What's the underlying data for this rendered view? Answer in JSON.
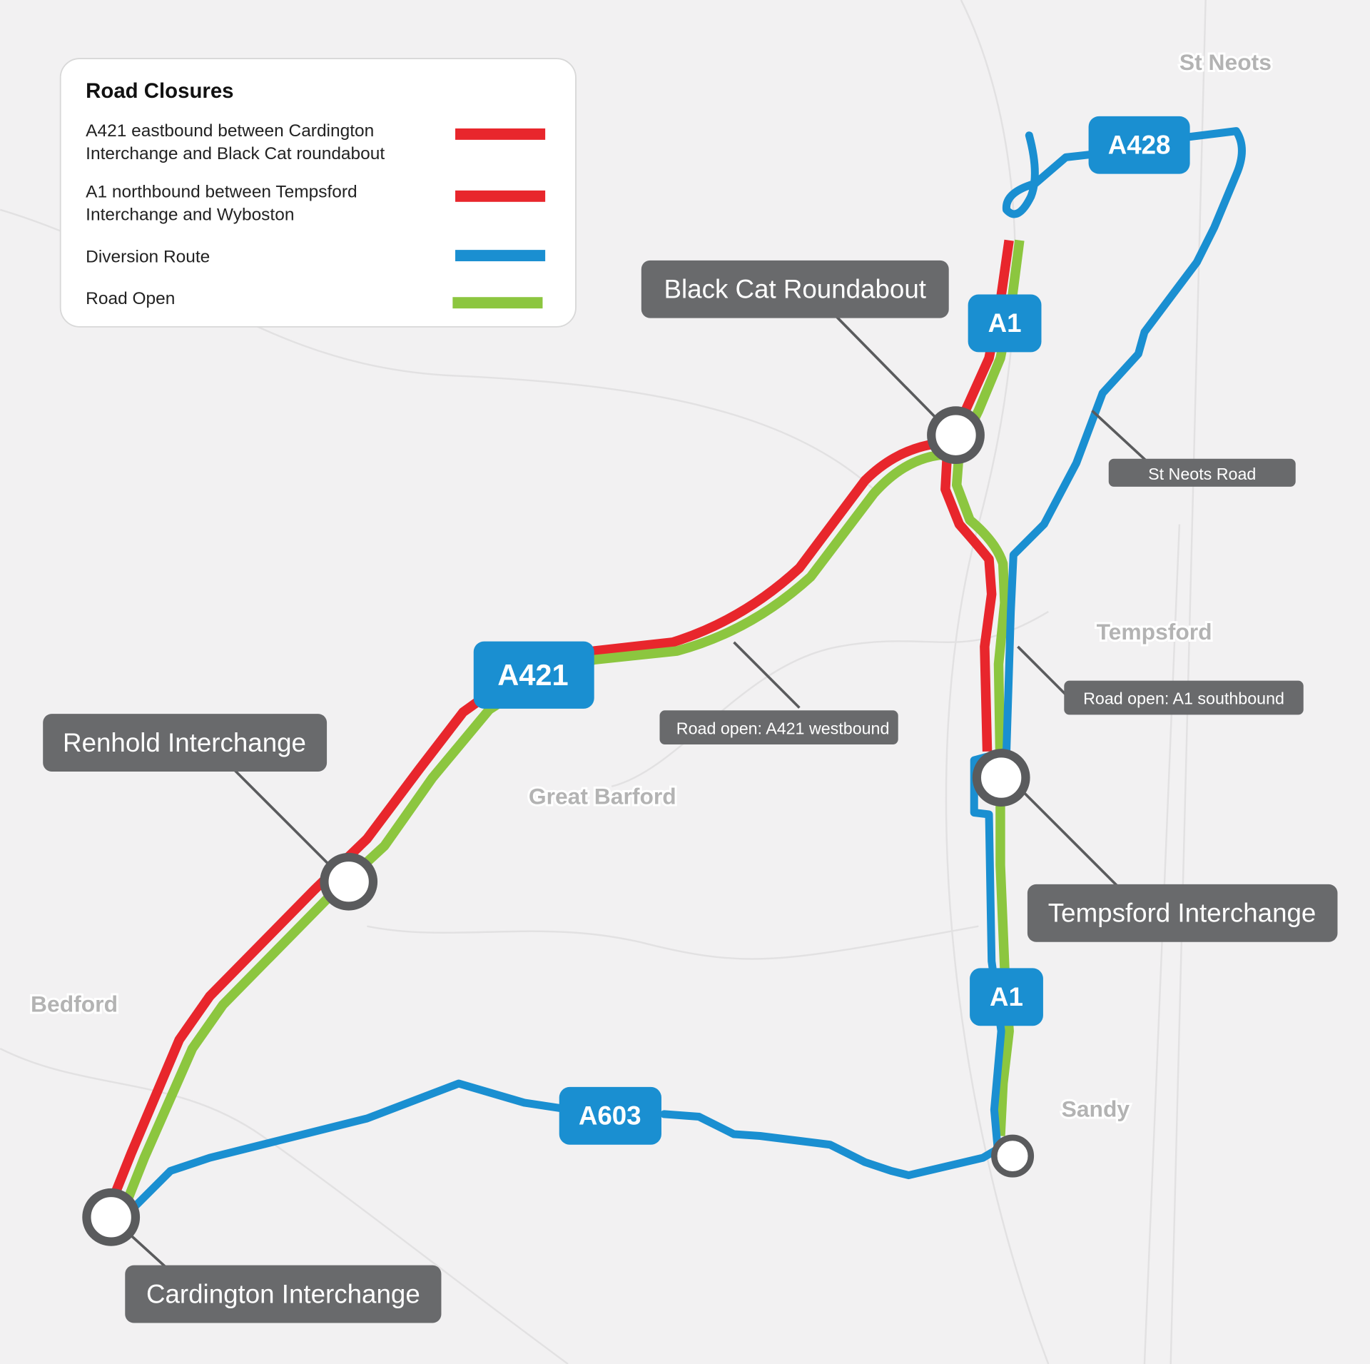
{
  "colors": {
    "closure": "#e8262c",
    "diversion": "#1a8fd1",
    "open": "#8cc63f",
    "label_bg": "#696a6c",
    "background": "#f2f1f2"
  },
  "legend": {
    "title": "Road Closures",
    "items": [
      {
        "line1": "A421  eastbound  between  Cardington",
        "line2": "Interchange and Black Cat roundabout",
        "color": "#e8262c"
      },
      {
        "line1": "A1 northbound between Tempsford",
        "line2": "Interchange and Wyboston",
        "color": "#e8262c"
      },
      {
        "line1": "Diversion Route",
        "line2": "",
        "color": "#1a8fd1"
      },
      {
        "line1": "Road Open",
        "line2": "",
        "color": "#8cc63f"
      }
    ]
  },
  "places": [
    "St Neots",
    "Tempsford",
    "Great Barford",
    "Bedford",
    "Sandy"
  ],
  "road_shields": {
    "a428": "A428",
    "a1_north": "A1",
    "a421": "A421",
    "a1_south": "A1",
    "a603": "A603"
  },
  "junctions": {
    "black_cat": "Black Cat Roundabout",
    "renhold": "Renhold Interchange",
    "tempsford": "Tempsford Interchange",
    "cardington": "Cardington Interchange"
  },
  "notes": {
    "st_neots_road": "St Neots Road",
    "a1_southbound": "Road open: A1 southbound",
    "a421_westbound": "Road open: A421 westbound"
  }
}
